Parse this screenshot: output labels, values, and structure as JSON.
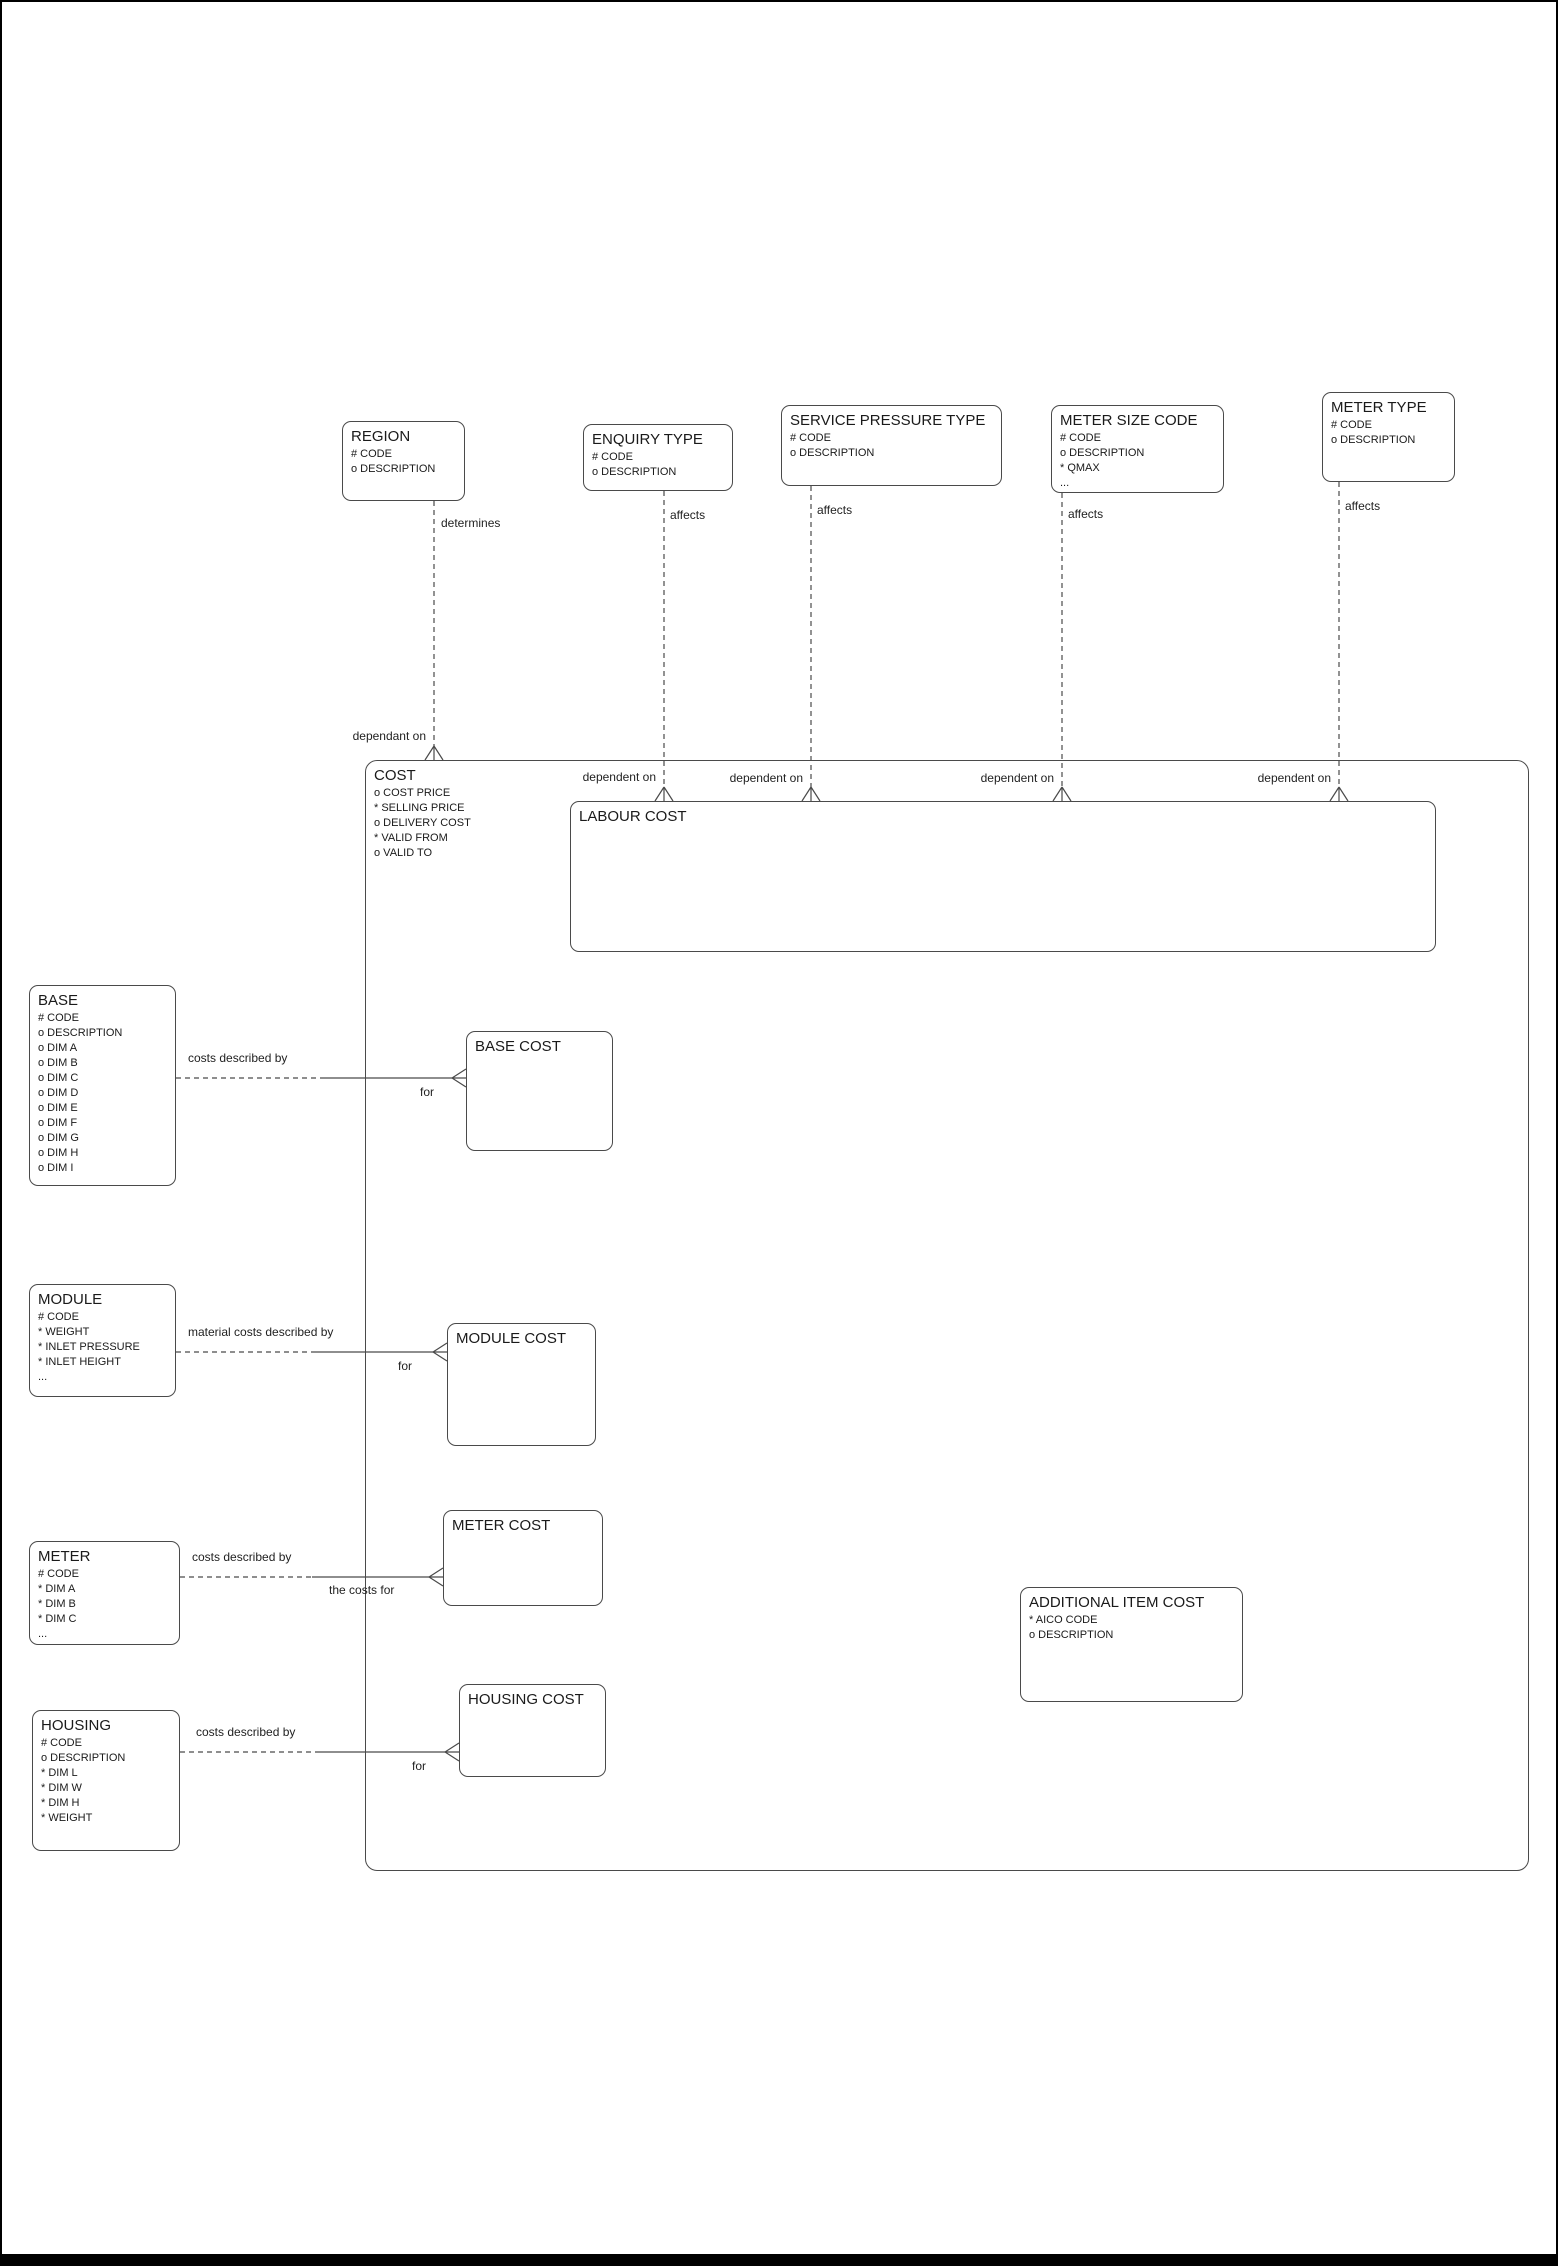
{
  "diagram": {
    "entities": {
      "region": {
        "title": "REGION",
        "attrs": [
          "# CODE",
          "o DESCRIPTION"
        ]
      },
      "enquiry_type": {
        "title": "ENQUIRY TYPE",
        "attrs": [
          "# CODE",
          "o DESCRIPTION"
        ]
      },
      "service_pressure_type": {
        "title": "SERVICE PRESSURE TYPE",
        "attrs": [
          "# CODE",
          "o DESCRIPTION"
        ]
      },
      "meter_size_code": {
        "title": "METER SIZE CODE",
        "attrs": [
          "# CODE",
          "o DESCRIPTION",
          "* QMAX",
          "..."
        ]
      },
      "meter_type": {
        "title": "METER TYPE",
        "attrs": [
          "# CODE",
          "o DESCRIPTION"
        ]
      },
      "cost": {
        "title": "COST",
        "attrs": [
          "o COST PRICE",
          "* SELLING PRICE",
          "o DELIVERY COST",
          "* VALID FROM",
          "o VALID TO"
        ]
      },
      "labour_cost": {
        "title": "LABOUR COST",
        "attrs": []
      },
      "base": {
        "title": "BASE",
        "attrs": [
          "# CODE",
          "o DESCRIPTION",
          "o DIM A",
          "o DIM B",
          "o DIM C",
          "o DIM D",
          "o DIM E",
          "o DIM F",
          "o DIM G",
          "o DIM H",
          "o DIM I"
        ]
      },
      "base_cost": {
        "title": "BASE COST",
        "attrs": []
      },
      "module": {
        "title": "MODULE",
        "attrs": [
          "# CODE",
          "* WEIGHT",
          "* INLET PRESSURE",
          "* INLET HEIGHT",
          "..."
        ]
      },
      "module_cost": {
        "title": "MODULE COST",
        "attrs": []
      },
      "meter": {
        "title": "METER",
        "attrs": [
          "# CODE",
          "* DIM A",
          "* DIM B",
          "* DIM C",
          "..."
        ]
      },
      "meter_cost": {
        "title": "METER COST",
        "attrs": []
      },
      "housing": {
        "title": "HOUSING",
        "attrs": [
          "# CODE",
          "o DESCRIPTION",
          "* DIM L",
          "* DIM W",
          "* DIM H",
          "* WEIGHT"
        ]
      },
      "housing_cost": {
        "title": "HOUSING COST",
        "attrs": []
      },
      "additional_item_cost": {
        "title": "ADDITIONAL ITEM COST",
        "attrs": [
          "* AICO CODE",
          "o DESCRIPTION"
        ]
      }
    },
    "relationships": {
      "region_cost": {
        "near_label": "determines",
        "far_label": "dependant on"
      },
      "enquiry_labour": {
        "near_label": "affects",
        "far_label": "dependent on"
      },
      "service_labour": {
        "near_label": "affects",
        "far_label": "dependent on"
      },
      "meter_size_labour": {
        "near_label": "affects",
        "far_label": "dependent on"
      },
      "meter_type_labour": {
        "near_label": "affects",
        "far_label": "dependent on"
      },
      "base_base_cost": {
        "near_label": "costs described by",
        "far_label": "for"
      },
      "module_module_cost": {
        "near_label": "material costs described by",
        "far_label": "for"
      },
      "meter_meter_cost": {
        "near_label": "costs described by",
        "far_label": "the costs for"
      },
      "housing_housing_cost": {
        "near_label": "costs described by",
        "far_label": "for"
      }
    }
  }
}
